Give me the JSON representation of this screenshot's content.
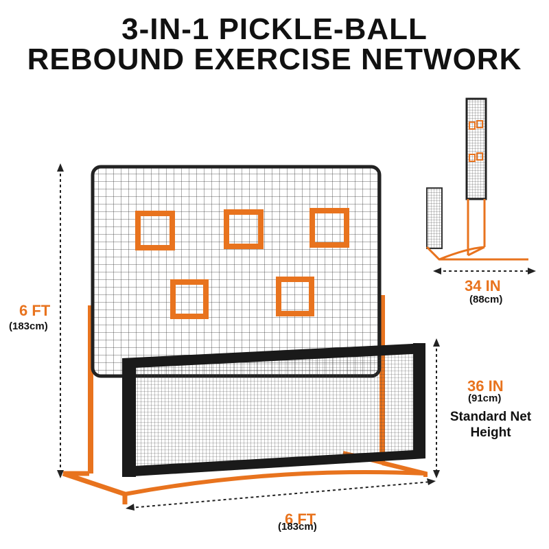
{
  "title": {
    "line1": "3-IN-1 PICKLE-BALL",
    "line2": "REBOUND EXERCISE NETWORK"
  },
  "dimensions": {
    "height": {
      "label": "6 FT",
      "sub": "(183cm)"
    },
    "width": {
      "label": "6 FT",
      "sub": "(183cm)"
    },
    "net_height": {
      "label": "36 IN",
      "sub": "(91cm)",
      "note_line1": "Standard Net",
      "note_line2": "Height"
    },
    "depth": {
      "label": "34 IN",
      "sub": "(88cm)"
    }
  },
  "colors": {
    "accent": "#e8731e",
    "frame": "#222222",
    "text": "#111111"
  }
}
